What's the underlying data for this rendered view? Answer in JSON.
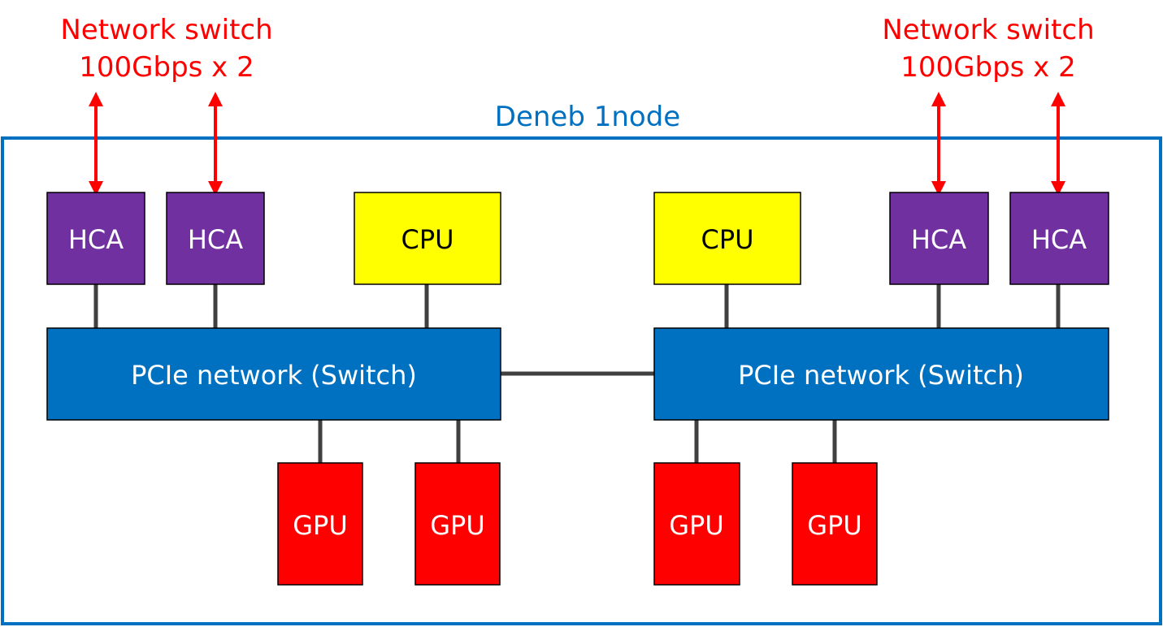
{
  "title": "Deneb 1node",
  "external_labels": {
    "left": {
      "line1": "Network switch",
      "line2": "100Gbps x 2"
    },
    "right": {
      "line1": "Network switch",
      "line2": "100Gbps x 2"
    }
  },
  "nodes": {
    "hca": [
      "HCA",
      "HCA",
      "HCA",
      "HCA"
    ],
    "cpu": [
      "CPU",
      "CPU"
    ],
    "pcie": [
      "PCIe network (Switch)",
      "PCIe network (Switch)"
    ],
    "gpu": [
      "GPU",
      "GPU",
      "GPU",
      "GPU"
    ]
  },
  "colors": {
    "hca": "#7030a0",
    "cpu": "#ffff00",
    "pcie": "#0070c0",
    "gpu": "#ff0000",
    "frame": "#0070c0",
    "arrow": "#ff0000",
    "link": "#404040"
  }
}
